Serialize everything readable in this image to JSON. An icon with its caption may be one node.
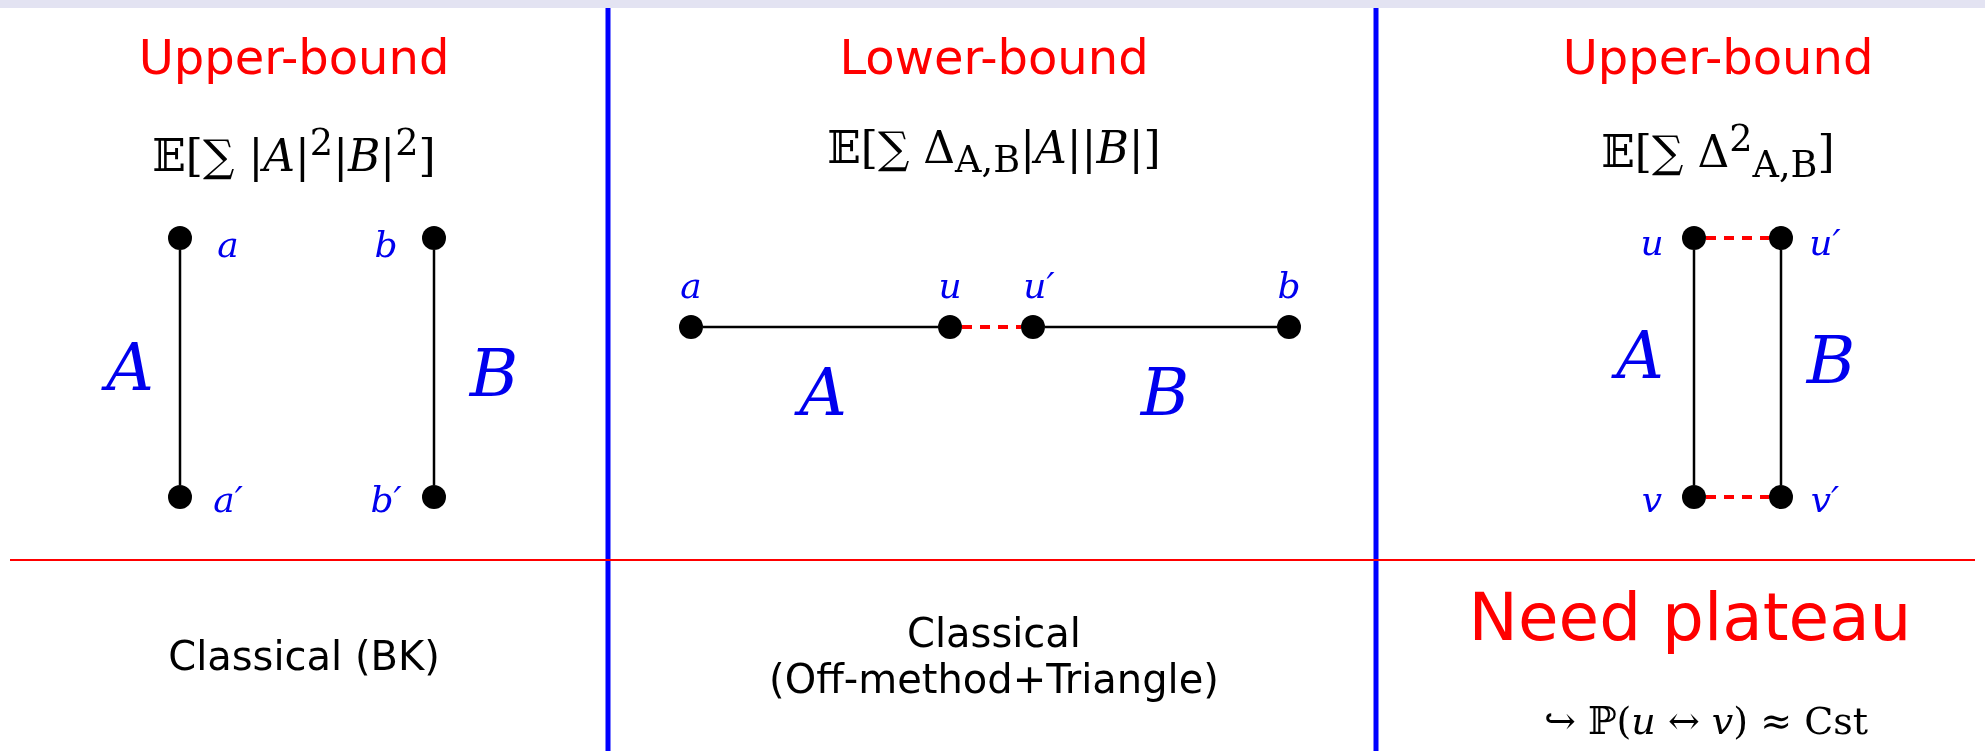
{
  "diagram": {
    "nodes": [
      {
        "text": [],
        "shape": "circle",
        "beside": [
          "a"
        ]
      },
      {
        "text": [],
        "shape": "circle",
        "beside": [
          "a′"
        ]
      },
      {
        "text": [],
        "shape": "circle",
        "beside": [
          "b"
        ]
      },
      {
        "text": [],
        "shape": "circle",
        "beside": [
          "b′"
        ]
      },
      {
        "text": [],
        "shape": "circle",
        "beside": [
          "a"
        ]
      },
      {
        "text": [],
        "shape": "circle",
        "beside": [
          "u"
        ]
      },
      {
        "text": [],
        "shape": "circle",
        "beside": [
          "u′"
        ]
      },
      {
        "text": [],
        "shape": "circle",
        "beside": [
          "b"
        ]
      },
      {
        "text": [],
        "shape": "circle",
        "beside": [
          "u"
        ]
      },
      {
        "text": [],
        "shape": "circle",
        "beside": [
          "u′"
        ]
      },
      {
        "text": [],
        "shape": "circle",
        "beside": [
          "v"
        ]
      },
      {
        "text": [],
        "shape": "circle",
        "beside": [
          "v′"
        ]
      }
    ],
    "edges": [
      {
        "from": 0,
        "to": 1,
        "arrow": "none",
        "label": "A"
      },
      {
        "from": 2,
        "to": 3,
        "arrow": "none",
        "label": "B"
      },
      {
        "from": 4,
        "to": 5,
        "arrow": "none",
        "label": "A"
      },
      {
        "from": 5,
        "to": 6,
        "arrow": "none",
        "style": "dashed",
        "color": "#ff0000"
      },
      {
        "from": 6,
        "to": 7,
        "arrow": "none",
        "label": "B"
      },
      {
        "from": 8,
        "to": 10,
        "arrow": "none",
        "label": "A"
      },
      {
        "from": 9,
        "to": 11,
        "arrow": "none",
        "label": "B"
      },
      {
        "from": 8,
        "to": 9,
        "arrow": "none",
        "style": "dashed",
        "color": "#ff0000"
      },
      {
        "from": 10,
        "to": 11,
        "arrow": "none",
        "style": "dashed",
        "color": "#ff0000"
      }
    ],
    "labels": [
      "Upper-bound",
      "Lower-bound",
      "Upper-bound",
      "𝔼[∑ |*A*|$^{2}$|*B*|$^{2}$]",
      "𝔼[∑ Δ$_{A,B}$|*A*||*B*|]",
      "𝔼[∑ Δ$^{2}$$_{A,B}$]",
      "Classical (BK)",
      "Classical (Off-method+Triangle)",
      "Need plateau",
      "↪ ℙ(*u* ↔ *v*) ≈ Cst"
    ]
  }
}
